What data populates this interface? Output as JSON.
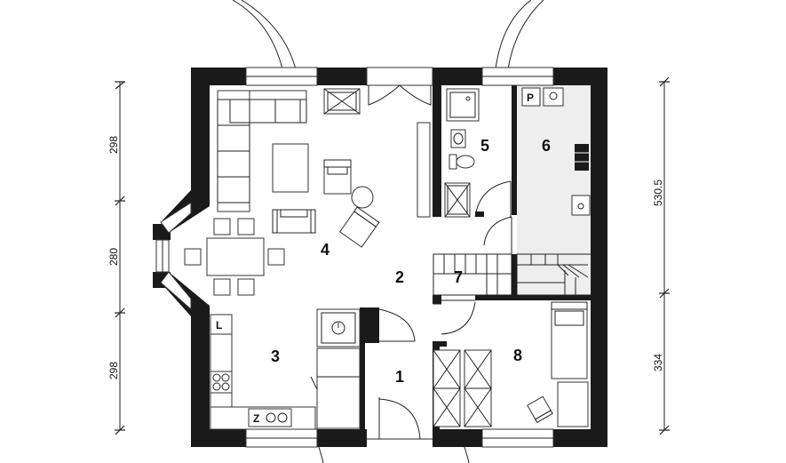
{
  "rooms": [
    {
      "id": "1",
      "label": "1"
    },
    {
      "id": "2",
      "label": "2"
    },
    {
      "id": "3",
      "label": "3"
    },
    {
      "id": "4",
      "label": "4"
    },
    {
      "id": "5",
      "label": "5"
    },
    {
      "id": "6",
      "label": "6"
    },
    {
      "id": "7",
      "label": "7"
    },
    {
      "id": "8",
      "label": "8"
    }
  ],
  "dimensions": {
    "left": [
      "298",
      "280",
      "298"
    ],
    "right": [
      "530.5",
      "334"
    ]
  },
  "fixture_labels": {
    "boiler": "P",
    "fridge": "L",
    "sink": "Z"
  },
  "colors": {
    "walls": "#1a1a1a",
    "room_6_floor": "#eeeeee"
  }
}
